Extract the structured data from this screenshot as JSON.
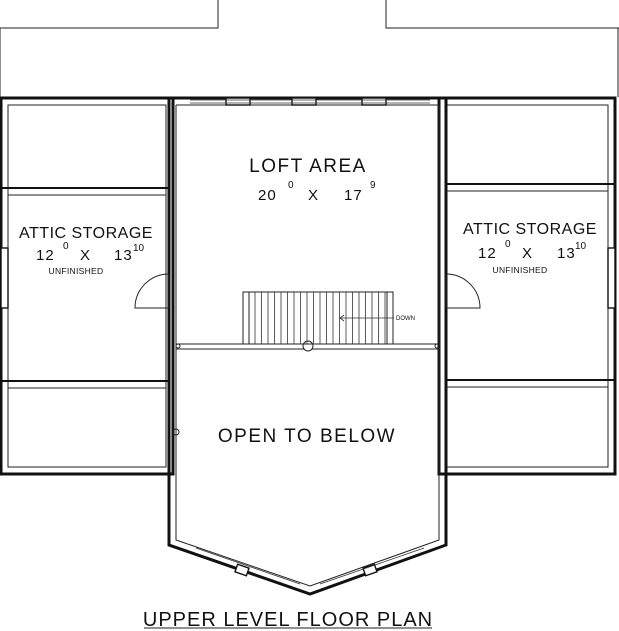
{
  "drawing": {
    "title": "UPPER LEVEL FLOOR PLAN"
  },
  "rooms": {
    "loft": {
      "name": "LOFT AREA",
      "dim_w": "20",
      "dim_w_sup": "0",
      "dim_x": "X",
      "dim_l": "17",
      "dim_l_sup": "9"
    },
    "attic_left": {
      "name": "ATTIC STORAGE",
      "dim_w": "12",
      "dim_w_sup": "0",
      "dim_x": "X",
      "dim_l": "13",
      "dim_l_sup": "10",
      "note": "UNFINISHED"
    },
    "attic_right": {
      "name": "ATTIC STORAGE",
      "dim_w": "12",
      "dim_w_sup": "0",
      "dim_x": "X",
      "dim_l": "13",
      "dim_l_sup": "10",
      "note": "UNFINISHED"
    },
    "open": {
      "name": "OPEN TO BELOW"
    }
  },
  "stair": {
    "label": "DOWN"
  }
}
